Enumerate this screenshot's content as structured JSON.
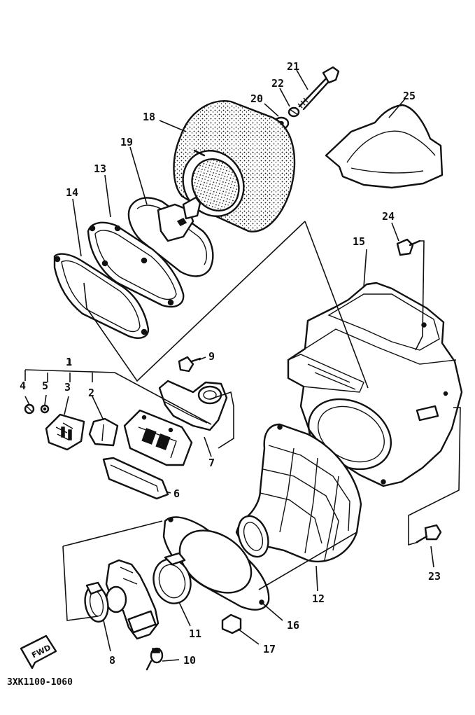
{
  "diagram": {
    "reference_code": "3XK1100-1060",
    "fwd_label": "FWD",
    "callouts": [
      {
        "id": "c1",
        "label": "1"
      },
      {
        "id": "c2",
        "label": "2"
      },
      {
        "id": "c3",
        "label": "3"
      },
      {
        "id": "c4",
        "label": "4"
      },
      {
        "id": "c5",
        "label": "5"
      },
      {
        "id": "c6",
        "label": "6"
      },
      {
        "id": "c7",
        "label": "7"
      },
      {
        "id": "c8",
        "label": "8"
      },
      {
        "id": "c9",
        "label": "9"
      },
      {
        "id": "c10",
        "label": "10"
      },
      {
        "id": "c11",
        "label": "11"
      },
      {
        "id": "c12",
        "label": "12"
      },
      {
        "id": "c13",
        "label": "13"
      },
      {
        "id": "c14",
        "label": "14"
      },
      {
        "id": "c15",
        "label": "15"
      },
      {
        "id": "c16",
        "label": "16"
      },
      {
        "id": "c17",
        "label": "17"
      },
      {
        "id": "c18",
        "label": "18"
      },
      {
        "id": "c19",
        "label": "19"
      },
      {
        "id": "c20",
        "label": "20"
      },
      {
        "id": "c21",
        "label": "21"
      },
      {
        "id": "c22",
        "label": "22"
      },
      {
        "id": "c23",
        "label": "23"
      },
      {
        "id": "c24",
        "label": "24"
      },
      {
        "id": "c25",
        "label": "25"
      }
    ]
  }
}
